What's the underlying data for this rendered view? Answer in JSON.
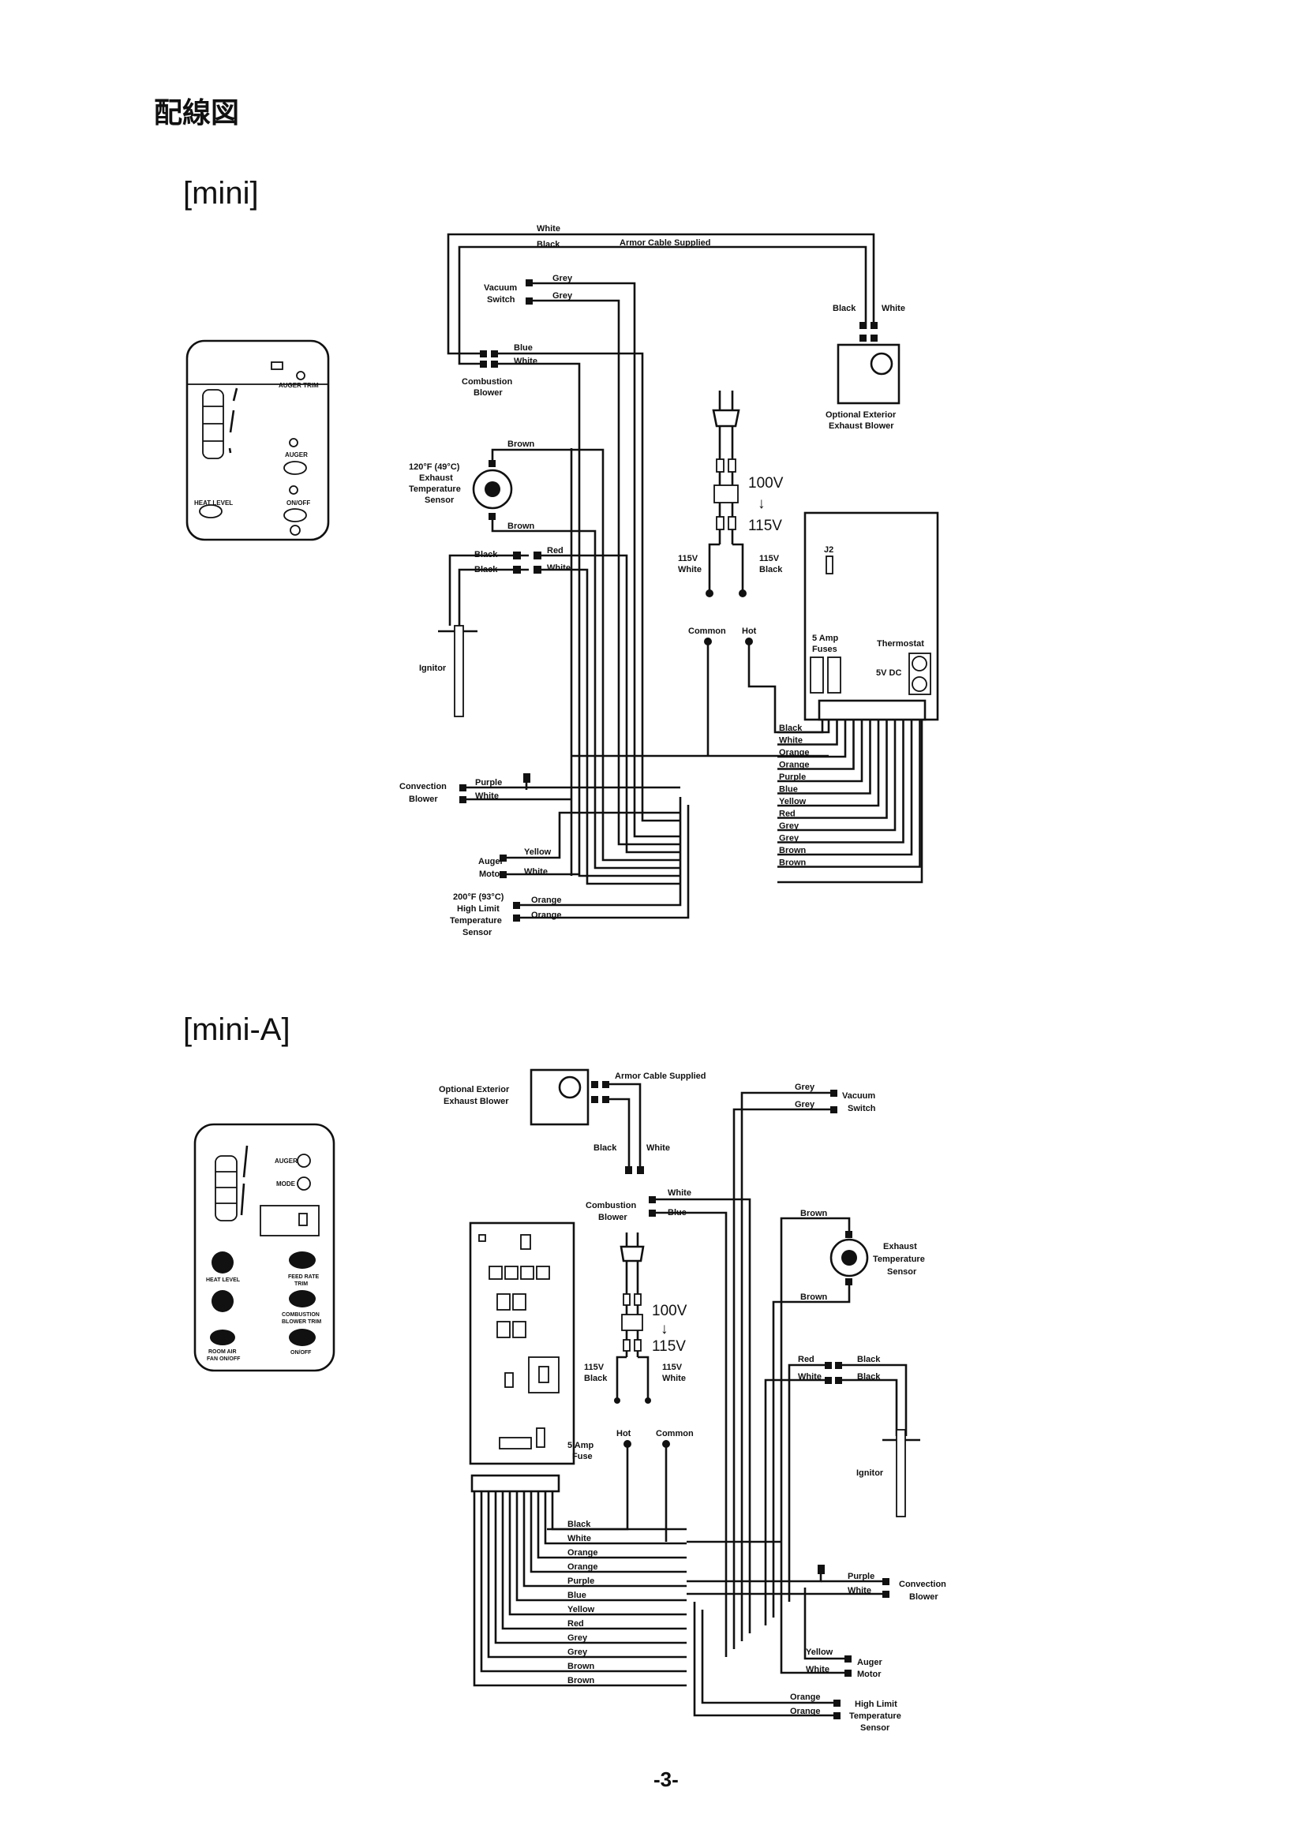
{
  "page_title": "配線図",
  "page_number": "-3-",
  "mini": {
    "heading": "[mini]",
    "armor_cable": "Armor Cable Supplied",
    "vacuum_switch": [
      "Vacuum",
      "Switch"
    ],
    "combustion_blower": [
      "Combustion",
      "Blower"
    ],
    "exhaust_sensor": [
      "120°F (49°C)",
      "Exhaust",
      "Temperature",
      "Sensor"
    ],
    "ignitor": "Ignitor",
    "convection_blower": [
      "Convection",
      "Blower"
    ],
    "auger_motor": [
      "Auger",
      "Motor"
    ],
    "high_limit": [
      "200°F (93°C)",
      "High Limit",
      "Temperature",
      "Sensor"
    ],
    "optional_exhaust": [
      "Optional Exterior",
      "Exhaust Blower"
    ],
    "volt_100": "100V",
    "volt_arrow": "↓",
    "volt_115": "115V",
    "lead_white": [
      "115V",
      "White"
    ],
    "lead_black": [
      "115V",
      "Black"
    ],
    "common": "Common",
    "hot": "Hot",
    "j2": "J2",
    "fuses": [
      "5 Amp",
      "Fuses"
    ],
    "thermostat": "Thermostat",
    "vdc": "5V DC",
    "panel": {
      "auger_trim": "AUGER TRIM",
      "auger": "AUGER",
      "heat_level": "HEAT LEVEL",
      "on_off": "ON/OFF"
    },
    "wires": {
      "top_white": "White",
      "top_black": "Black",
      "grey1": "Grey",
      "grey2": "Grey",
      "exh_black": "Black",
      "exh_white": "White",
      "blue": "Blue",
      "white": "White",
      "brown1": "Brown",
      "brown2": "Brown",
      "ign_black1": "Black",
      "ign_black2": "Black",
      "red": "Red",
      "ign_white": "White",
      "conv_purple": "Purple",
      "conv_white": "White",
      "auger_yellow": "Yellow",
      "auger_white": "White",
      "hl_orange1": "Orange",
      "hl_orange2": "Orange"
    },
    "harness": [
      "Black",
      "White",
      "Orange",
      "Orange",
      "Purple",
      "Blue",
      "Yellow",
      "Red",
      "Grey",
      "Grey",
      "Brown",
      "Brown"
    ]
  },
  "mini_a": {
    "heading": "[mini-A]",
    "armor_cable": "Armor Cable Supplied",
    "optional_exhaust": [
      "Optional Exterior",
      "Exhaust Blower"
    ],
    "vacuum_switch": [
      "Vacuum",
      "Switch"
    ],
    "combustion_blower": [
      "Combustion",
      "Blower"
    ],
    "exhaust_sensor": [
      "Exhaust",
      "Temperature",
      "Sensor"
    ],
    "ignitor": "Ignitor",
    "convection_blower": [
      "Convection",
      "Blower"
    ],
    "auger_motor": [
      "Auger",
      "Motor"
    ],
    "high_limit": [
      "High Limit",
      "Temperature",
      "Sensor"
    ],
    "volt_100": "100V",
    "volt_arrow": "↓",
    "volt_115": "115V",
    "lead_black": [
      "115V",
      "Black"
    ],
    "lead_white": [
      "115V",
      "White"
    ],
    "hot": "Hot",
    "common": "Common",
    "fuse": [
      "5 Amp",
      "Fuse"
    ],
    "panel": {
      "auger": "AUGER",
      "mode": "MODE",
      "heat_level": "HEAT LEVEL",
      "feed_rate_trim": [
        "FEED RATE",
        "TRIM"
      ],
      "combustion_trim": [
        "COMBUSTION",
        "BLOWER TRIM"
      ],
      "room_air": [
        "ROOM AIR",
        "FAN ON/OFF"
      ],
      "on_off": "ON/OFF"
    },
    "wires": {
      "exh_black": "Black",
      "exh_white": "White",
      "grey1": "Grey",
      "grey2": "Grey",
      "white": "White",
      "blue": "Blue",
      "brown1": "Brown",
      "brown2": "Brown",
      "red": "Red",
      "ign_white": "White",
      "ign_black1": "Black",
      "ign_black2": "Black",
      "conv_purple": "Purple",
      "conv_white": "White",
      "auger_yellow": "Yellow",
      "auger_white": "White",
      "hl_orange1": "Orange",
      "hl_orange2": "Orange"
    },
    "harness": [
      "Black",
      "White",
      "Orange",
      "Orange",
      "Purple",
      "Blue",
      "Yellow",
      "Red",
      "Grey",
      "Grey",
      "Brown",
      "Brown"
    ]
  }
}
